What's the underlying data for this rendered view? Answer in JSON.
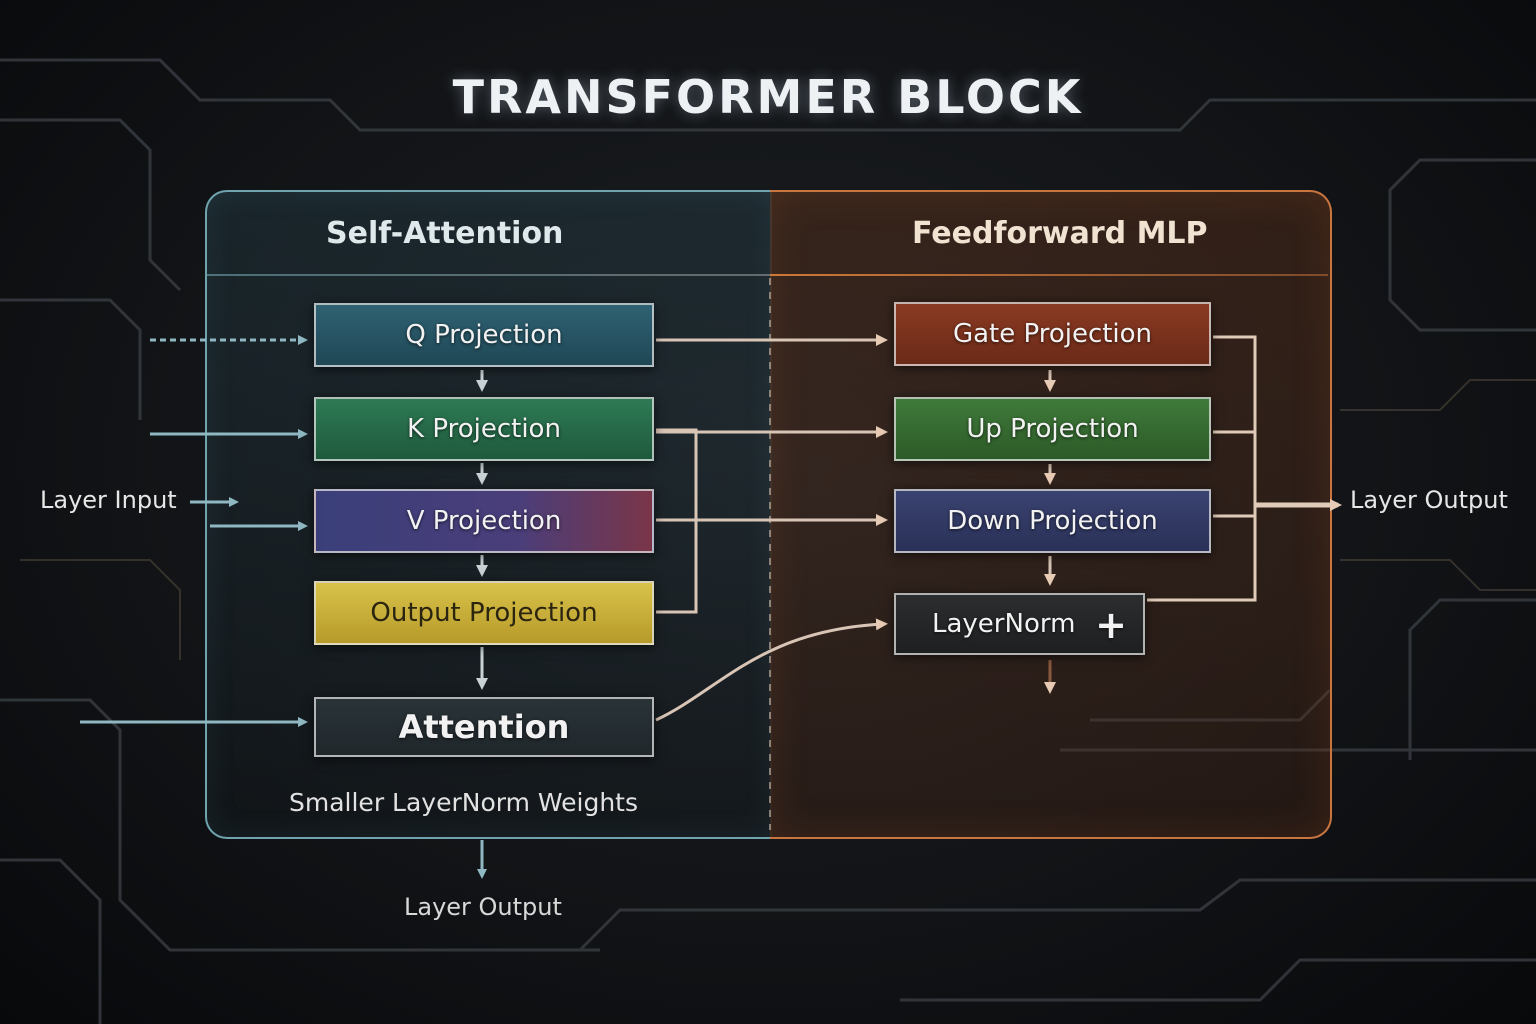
{
  "title": "TRANSFORMER BLOCK",
  "sections": {
    "self_attention": {
      "title": "Self-Attention",
      "boxes": {
        "q": "Q Projection",
        "k": "K Projection",
        "v": "V Projection",
        "output": "Output Projection",
        "attention": "Attention"
      },
      "footnote": "Smaller LayerNorm Weights"
    },
    "feedforward": {
      "title": "Feedforward MLP",
      "boxes": {
        "gate": "Gate Projection",
        "up": "Up Projection",
        "down": "Down Projection",
        "layernorm": "LayerNorm"
      },
      "plus_symbol": "+"
    }
  },
  "labels": {
    "layer_input": "Layer Input",
    "layer_output_right": "Layer Output",
    "layer_output_bottom": "Layer Output"
  },
  "colors": {
    "attention_accent": "#6fa3ad",
    "mlp_accent": "#c9753f",
    "q": "#2f6273",
    "k": "#2e7a55",
    "v": "#3a3f7a",
    "output": "#d8c24a",
    "gate": "#8a3a22",
    "up": "#3f7a3a",
    "down": "#3a4270"
  }
}
